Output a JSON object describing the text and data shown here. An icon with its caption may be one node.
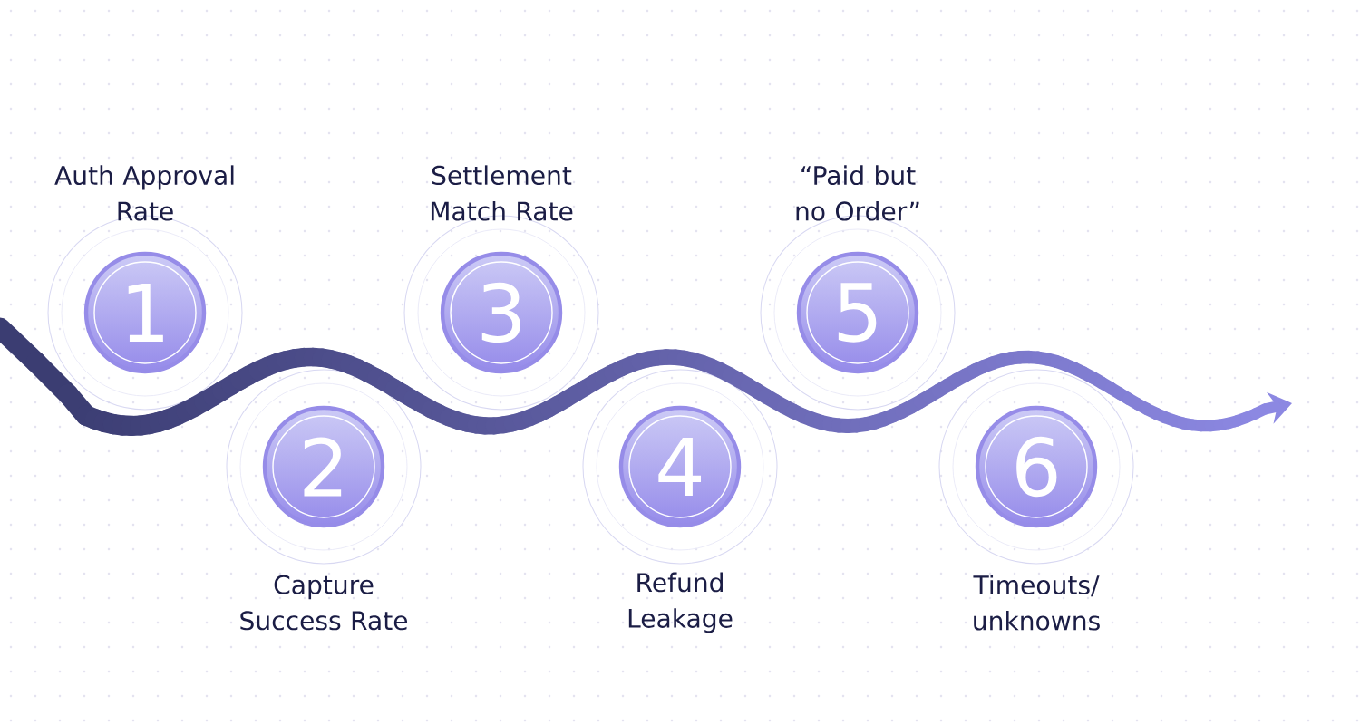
{
  "diagram": {
    "nodes": [
      {
        "text": [
          "1"
        ],
        "beside": [
          "Auth Approval Rate"
        ]
      },
      {
        "text": [
          "2"
        ],
        "beside": [
          "Capture Success Rate"
        ]
      },
      {
        "text": [
          "3"
        ],
        "beside": [
          "Settlement Match Rate"
        ]
      },
      {
        "text": [
          "4"
        ],
        "beside": [
          "Refund Leakage"
        ]
      },
      {
        "text": [
          "5"
        ],
        "beside": [
          "“Paid but no Order”"
        ]
      },
      {
        "text": [
          "6"
        ],
        "beside": [
          "Timeouts/ unknowns"
        ]
      }
    ]
  }
}
